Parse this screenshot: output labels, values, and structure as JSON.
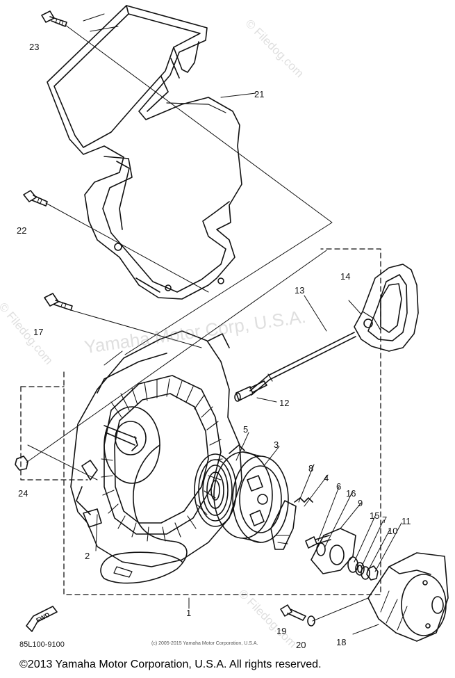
{
  "callouts": [
    "23",
    "21",
    "22",
    "17",
    "14",
    "13",
    "12",
    "5",
    "3",
    "8",
    "4",
    "6",
    "16",
    "9",
    "15",
    "7",
    "11",
    "10",
    "24",
    "2",
    "1",
    "19",
    "20",
    "18"
  ],
  "watermarks": {
    "main": "Yamaha Motor Corp, U.S.A.",
    "side": "© Filedog.com",
    "diag": "© Filedog.com"
  },
  "fwd_label": "FWD",
  "drawing_code": "85L100-9100",
  "fine_print": "(c) 2005-2015 Yamaha Motor Corporation, U.S.A.",
  "copyright": "©2013 Yamaha Motor Corporation, U.S.A. All rights reserved."
}
